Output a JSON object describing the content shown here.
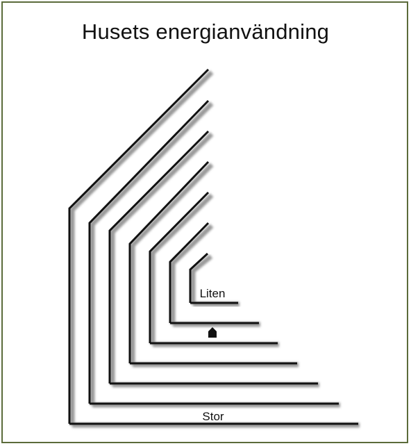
{
  "title": "Husets energianvändning",
  "labels": {
    "small": "Liten",
    "large": "Stor"
  },
  "icons": {
    "house": "house-icon"
  },
  "colors": {
    "frame": "#5b6b3a",
    "stroke": "#111111",
    "shadow": "#9a9a9a"
  }
}
